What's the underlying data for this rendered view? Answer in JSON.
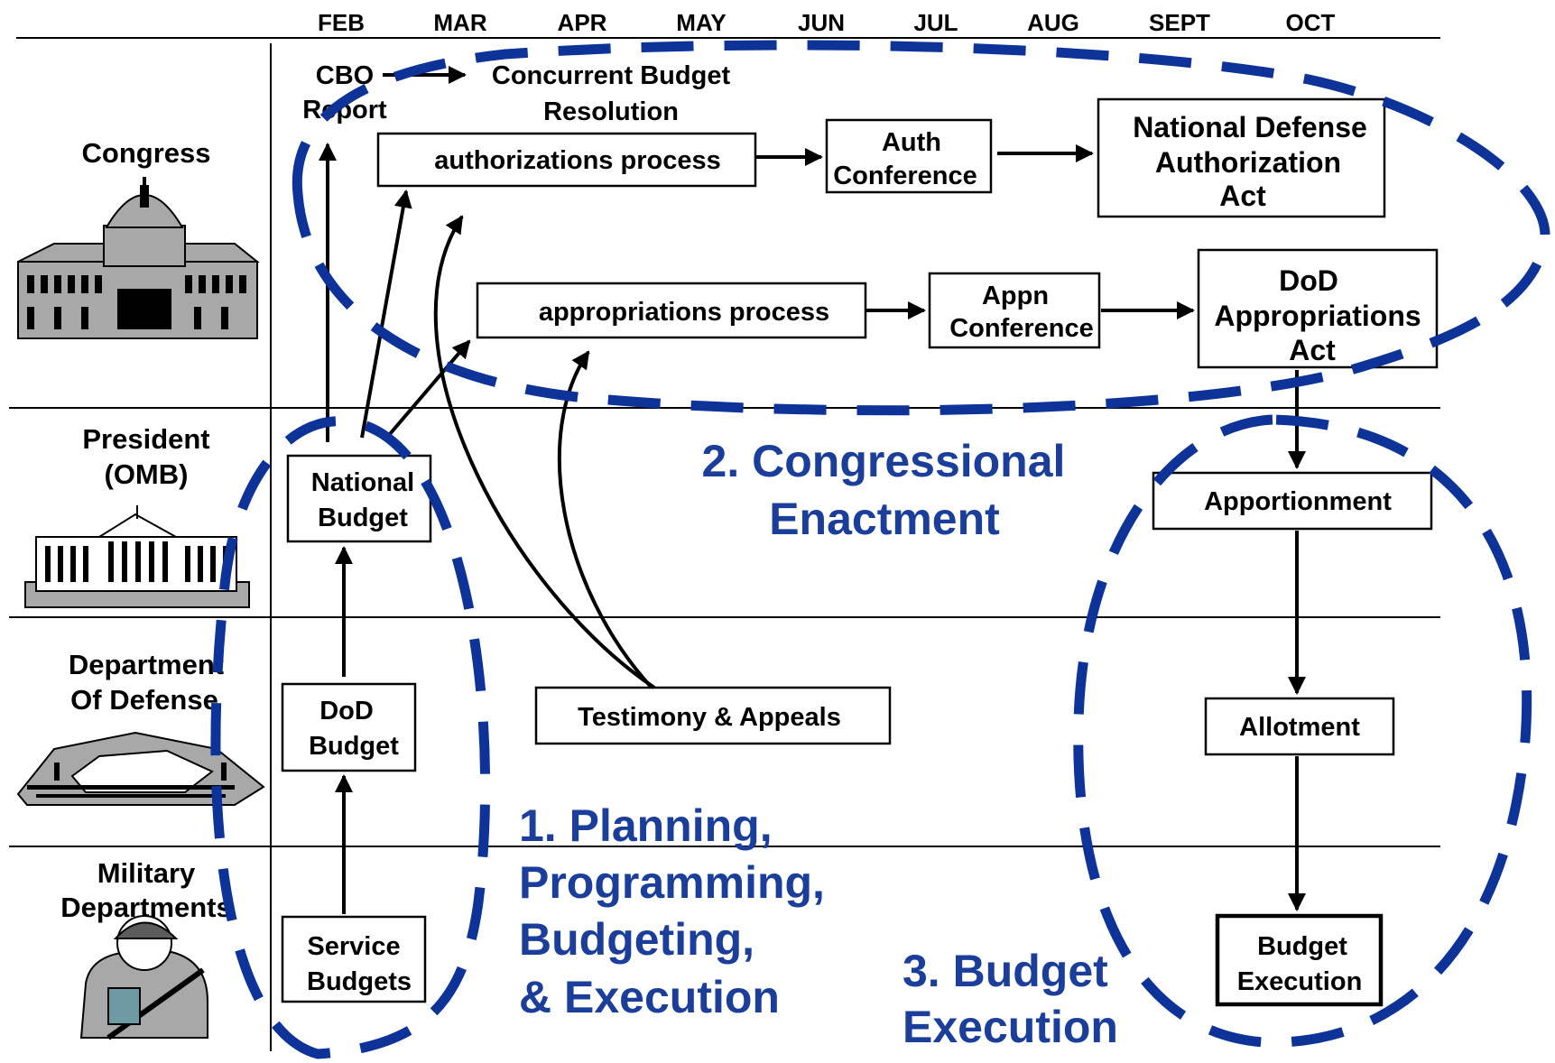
{
  "months": [
    "FEB",
    "MAR",
    "APR",
    "MAY",
    "JUN",
    "JUL",
    "AUG",
    "SEPT",
    "OCT"
  ],
  "lanes": {
    "congress": "Congress",
    "president": [
      "President",
      "(OMB)"
    ],
    "dod": [
      "Department",
      "Of Defense"
    ],
    "military": [
      "Military",
      "Departments"
    ]
  },
  "boxes": {
    "cbo_report": [
      "CBO",
      "Report"
    ],
    "concurrent_budget": [
      "Concurrent Budget",
      "Resolution"
    ],
    "authorizations_process": "authorizations process",
    "auth_conference": [
      "Auth",
      "Conference"
    ],
    "ndaa": [
      "National Defense",
      "Authorization",
      "Act"
    ],
    "appropriations_process": "appropriations  process",
    "appn_conference": [
      "Appn",
      "Conference"
    ],
    "dod_appropriations": [
      "DoD",
      "Appropriations",
      "Act"
    ],
    "national_budget": [
      "National",
      "Budget"
    ],
    "dod_budget": [
      "DoD",
      "Budget"
    ],
    "service_budgets": [
      "Service",
      "Budgets"
    ],
    "testimony": "Testimony & Appeals",
    "apportionment": "Apportionment",
    "allotment": "Allotment",
    "budget_execution": [
      "Budget",
      "Execution"
    ]
  },
  "phases": {
    "planning": [
      "1.   Planning,",
      "Programming,",
      "Budgeting,",
      "& Execution"
    ],
    "congressional": [
      "2. Congressional",
      "Enactment"
    ],
    "execution": [
      "3.  Budget",
      "Execution"
    ]
  },
  "colors": {
    "phase_blue": "#1a3e9a",
    "dash_blue": "#0d3399"
  },
  "icons": [
    "capitol-building-icon",
    "white-house-icon",
    "pentagon-icon",
    "soldier-icon"
  ]
}
